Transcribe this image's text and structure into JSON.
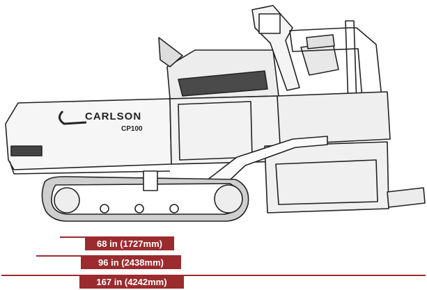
{
  "machine": {
    "brand": "CARLSON",
    "model": "CP100"
  },
  "dimensions": [
    {
      "label": "68 in (1727mm)"
    },
    {
      "label": "96 in (2438mm)"
    },
    {
      "label": "167 in (4242mm)"
    }
  ],
  "colors": {
    "dimension_accent": "#9b2b2e",
    "outline": "#222222",
    "panel_dark": "#3a3a3a"
  }
}
